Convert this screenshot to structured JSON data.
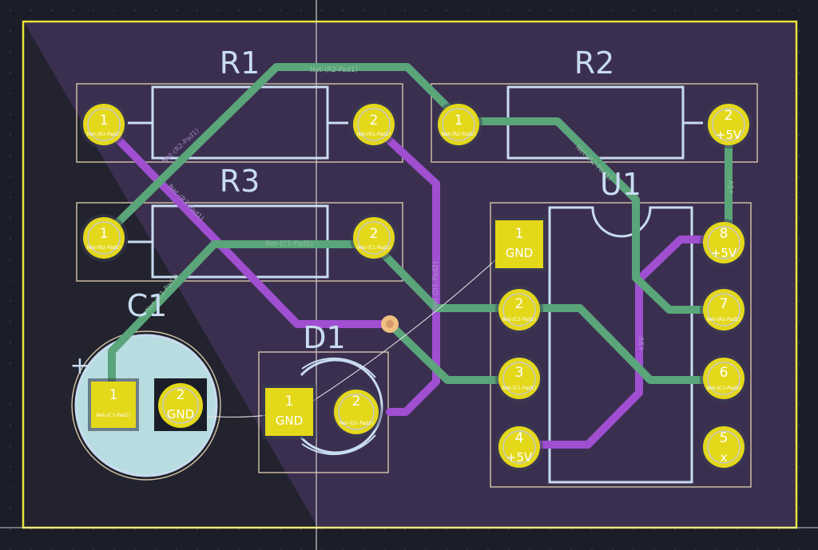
{
  "refs": {
    "r1": "R1",
    "r2": "R2",
    "r3": "R3",
    "u1": "U1",
    "c1": "C1",
    "d1": "D1",
    "plus": "+"
  },
  "pads": {
    "r1_1": {
      "num": "1",
      "net": "Net-(R3-Pad1)"
    },
    "r1_2": {
      "num": "2",
      "net": "Net-(R1-Pad2)"
    },
    "r2_1": {
      "num": "1",
      "net": "Net-(R2-Pad1)"
    },
    "r2_2": {
      "num": "2",
      "net": "+5V"
    },
    "r3_1": {
      "num": "1",
      "net": "Net-(R2-Pad1)"
    },
    "r3_2": {
      "num": "2",
      "net": "Net-(C1-Pad1)"
    },
    "c1_1": {
      "num": "1",
      "net": "Net-(C1-Pad1)"
    },
    "c1_2": {
      "num": "2",
      "net": "GND"
    },
    "d1_1": {
      "num": "1",
      "net": "GND"
    },
    "d1_2": {
      "num": "2",
      "net": "Net-(D1-Pad2)"
    },
    "u1_1": {
      "num": "1",
      "net": "GND"
    },
    "u1_2": {
      "num": "2",
      "net": "Net-(C1-Pad1)"
    },
    "u1_3": {
      "num": "3",
      "net": "Net-(C1-Pad1)"
    },
    "u1_4": {
      "num": "4",
      "net": "+5V"
    },
    "u1_5": {
      "num": "5",
      "net": "x"
    },
    "u1_6": {
      "num": "6",
      "net": "Net-(C1-Pad1)"
    },
    "u1_7": {
      "num": "7",
      "net": "Net-(R2-Pad1)"
    },
    "u1_8": {
      "num": "8",
      "net": "+5V"
    }
  },
  "track_labels": {
    "t1": "Net-(R2-Pad1)",
    "t2": "Net-(C1-Pad1)",
    "t3": "Net-(R2-Pad1)",
    "t4": "Net-(R3-Pad1)",
    "t5": "Net-(D1-Pad2)",
    "t6": "Net-(R2-Pad1)",
    "t7": "Net-(C1-Pad1)",
    "t8": "+5V",
    "t9": "+5V"
  },
  "colors": {
    "background": "#1b1e28",
    "board": "#3b2f50",
    "edge_cuts": "#e8e436",
    "silkscreen": "#c8dcf0",
    "courtyard": "#d6c6a8",
    "front_copper": "#5aa57a",
    "back_copper": "#9f4fd0",
    "pad": "#e4d81b",
    "ratsnest": "#e8e8e8",
    "via": "#f0c080"
  }
}
